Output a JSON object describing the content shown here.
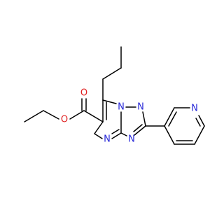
{
  "molecule": {
    "atoms": {
      "ester_O_single": "O",
      "carbonyl_O": "O",
      "bridgehead_N": "N",
      "triazole_N2": "N",
      "triazole_N4": "N",
      "pyrimidine_N": "N",
      "pyridine_N": "N"
    }
  },
  "colors": {
    "bond": "#000000",
    "nitrogen": "#2828d8",
    "oxygen": "#e02020",
    "background": "#ffffff"
  }
}
